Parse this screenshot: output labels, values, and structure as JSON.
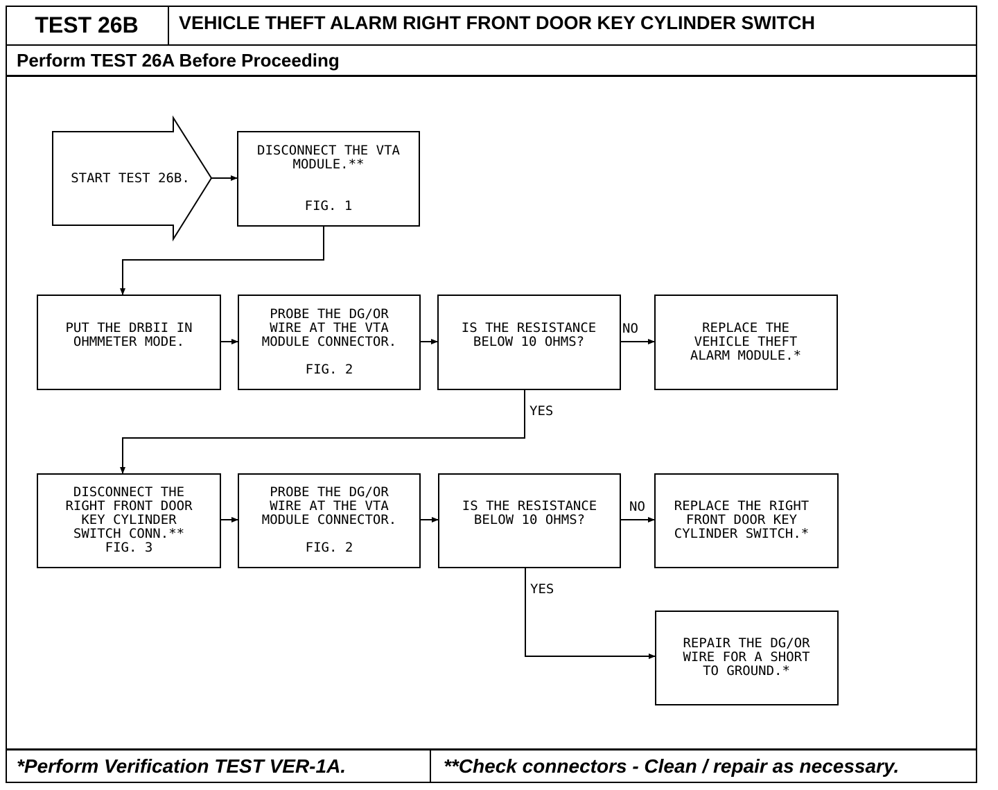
{
  "header": {
    "test_id": "TEST 26B",
    "title": "VEHICLE THEFT ALARM RIGHT FRONT DOOR KEY CYLINDER SWITCH",
    "prerequisite": "Perform TEST 26A Before Proceeding"
  },
  "nodes": {
    "start": "START TEST 26B.",
    "disconnect_vta": "DISCONNECT THE VTA\nMODULE.**\n\n\nFIG. 1",
    "ohmmeter": "PUT THE DRBII IN\nOHMMETER MODE.",
    "probe1": "PROBE THE DG/OR\nWIRE AT THE VTA\nMODULE CONNECTOR.\n\nFIG. 2",
    "question1": "IS THE RESISTANCE\nBELOW 10 OHMS?",
    "replace_module": "REPLACE THE\nVEHICLE THEFT\nALARM MODULE.*",
    "disconnect_switch": "DISCONNECT THE\nRIGHT FRONT DOOR\nKEY CYLINDER\nSWITCH CONN.**\nFIG. 3",
    "probe2": "PROBE THE DG/OR\nWIRE AT THE VTA\nMODULE CONNECTOR.\n\nFIG. 2",
    "question2": "IS THE RESISTANCE\nBELOW 10 OHMS?",
    "replace_switch": "REPLACE THE RIGHT\nFRONT DOOR KEY\nCYLINDER SWITCH.*",
    "repair_wire": "REPAIR THE DG/OR\nWIRE FOR A SHORT\nTO GROUND.*"
  },
  "edge_labels": {
    "no1": "NO",
    "yes1": "YES",
    "no2": "NO",
    "yes2": "YES"
  },
  "footer": {
    "left": "*Perform Verification TEST VER-1A.",
    "right": "**Check connectors - Clean / repair as necessary."
  }
}
